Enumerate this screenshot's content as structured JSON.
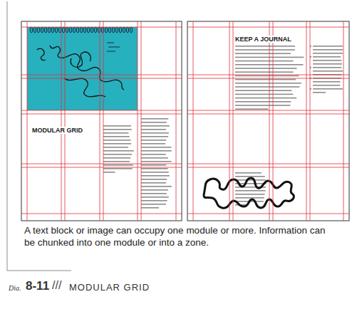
{
  "diagram": {
    "title": "MODULAR GRID",
    "caption": "A text block or image can occupy one module or more. Information can be chunked into one module or into a zone.",
    "labels": [
      "MODULAR GRID",
      "KEEP A JOURNAL",
      "Dia.",
      "8-11",
      "///"
    ]
  }
}
